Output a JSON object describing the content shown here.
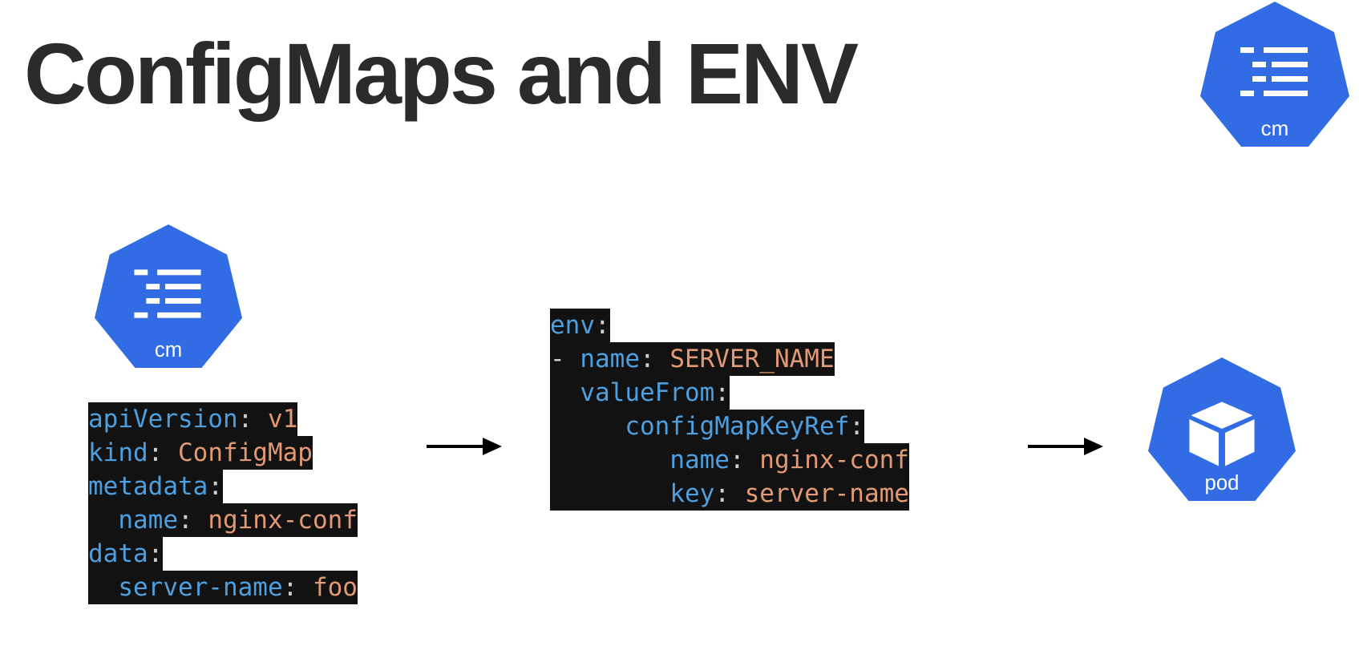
{
  "title": "ConfigMaps and ENV",
  "icons": {
    "top_right_label": "cm",
    "configmap_label": "cm",
    "pod_label": "pod",
    "color": "#326ce5"
  },
  "configmap_yaml": [
    {
      "indent": "",
      "key": "apiVersion",
      "sep": ":",
      "value": " v1"
    },
    {
      "indent": "",
      "key": "kind",
      "sep": ":",
      "value": " ConfigMap"
    },
    {
      "indent": "",
      "key": "metadata",
      "sep": ":",
      "value": ""
    },
    {
      "indent": "  ",
      "key": "name",
      "sep": ":",
      "value": " nginx-conf"
    },
    {
      "indent": "",
      "key": "data",
      "sep": ":",
      "value": ""
    },
    {
      "indent": "  ",
      "key": "server-name",
      "sep": ":",
      "value": " foo"
    }
  ],
  "env_yaml": [
    {
      "indent": "",
      "key": "env",
      "sep": ":",
      "value": ""
    },
    {
      "indent": "- ",
      "key": "name",
      "sep": ":",
      "value": " SERVER_NAME"
    },
    {
      "indent": "  ",
      "key": "valueFrom",
      "sep": ":",
      "value": ""
    },
    {
      "indent": "     ",
      "key": "configMapKeyRef",
      "sep": ":",
      "value": ""
    },
    {
      "indent": "        ",
      "key": "name",
      "sep": ":",
      "value": " nginx-conf"
    },
    {
      "indent": "        ",
      "key": "key",
      "sep": ":",
      "value": " server-name"
    }
  ]
}
